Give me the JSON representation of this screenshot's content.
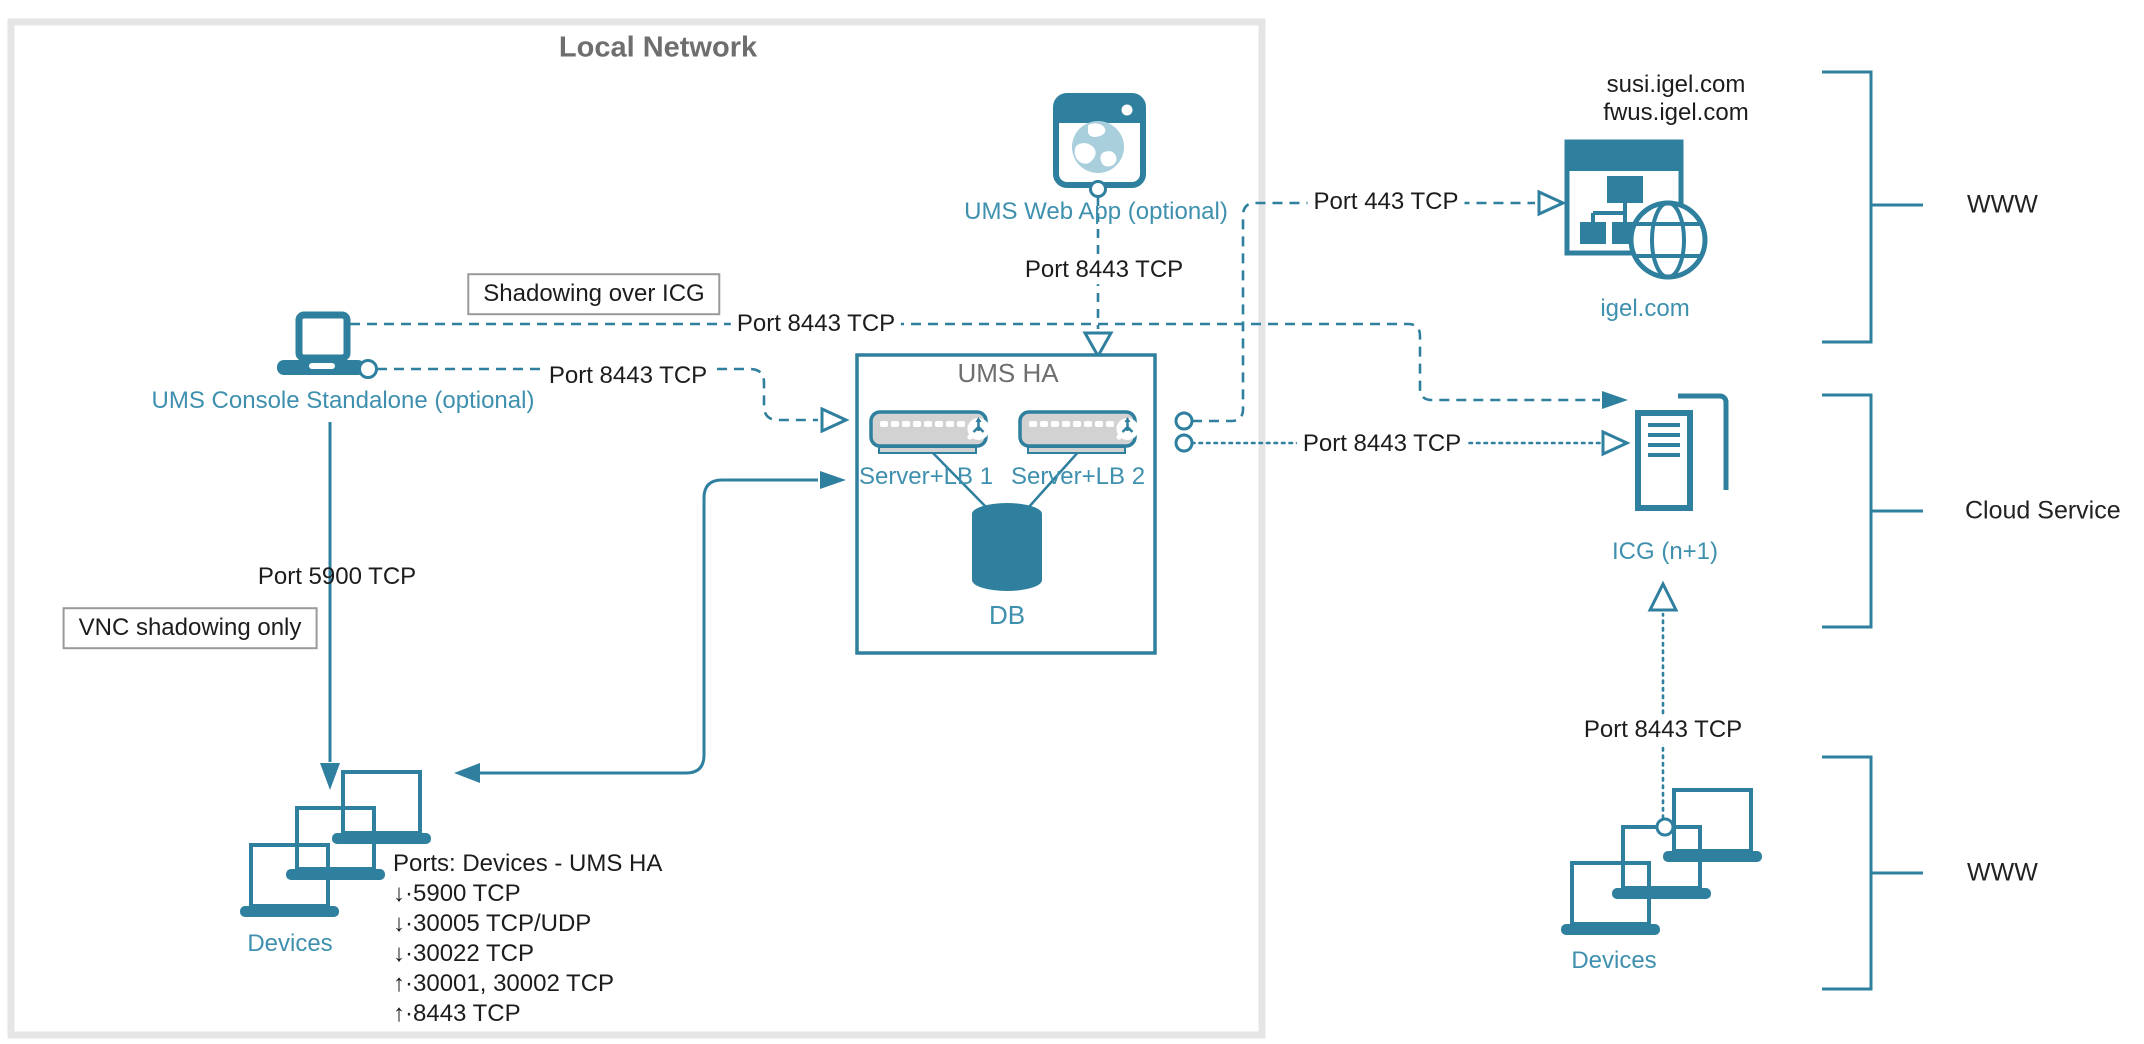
{
  "colors": {
    "teal": "#2F7F9E",
    "teal_text": "#3E90AE",
    "light_teal": "#A9CEDC",
    "server_gray": "#D2D2D2",
    "frame_gray": "#E5E5E5",
    "title_gray": "#6E6E6E",
    "black": "#1C1C1C"
  },
  "local_network": {
    "title": "Local Network"
  },
  "console": {
    "label": "UMS Console Standalone (optional)"
  },
  "web_app": {
    "label": "UMS Web App (optional)"
  },
  "ums_ha": {
    "title": "UMS HA",
    "server1_label": "Server+LB 1",
    "server2_label": "Server+LB 2",
    "db_label": "DB"
  },
  "igel": {
    "domain1": "susi.igel.com",
    "domain2": "fwus.igel.com",
    "label": "igel.com"
  },
  "icg": {
    "label": "ICG (n+1)"
  },
  "devices_local": {
    "label": "Devices"
  },
  "devices_remote": {
    "label": "Devices"
  },
  "edge_labels": {
    "shadowing_over_icg": "Shadowing over ICG",
    "vnc_shadowing_only": "VNC shadowing only",
    "port_8443_shadowing": "Port 8443 TCP",
    "port_8443_console_ums": "Port 8443 TCP",
    "port_8443_webapp_ums": "Port 8443 TCP",
    "port_443_webapp_igel": "Port 443 TCP",
    "port_8443_ums_icg": "Port 8443 TCP",
    "port_5900_console_devices": "Port 5900 TCP",
    "port_8443_devices_icg": "Port 8443 TCP"
  },
  "ports_list": {
    "title": "Ports: Devices - UMS HA",
    "items": [
      "↓·5900 TCP",
      "↓·30005 TCP/UDP",
      "↓·30022 TCP",
      "↑·30001, 30002 TCP",
      "↑·8443 TCP"
    ]
  },
  "zones": {
    "www_top": "WWW",
    "cloud_service": "Cloud Service",
    "www_bottom": "WWW"
  }
}
